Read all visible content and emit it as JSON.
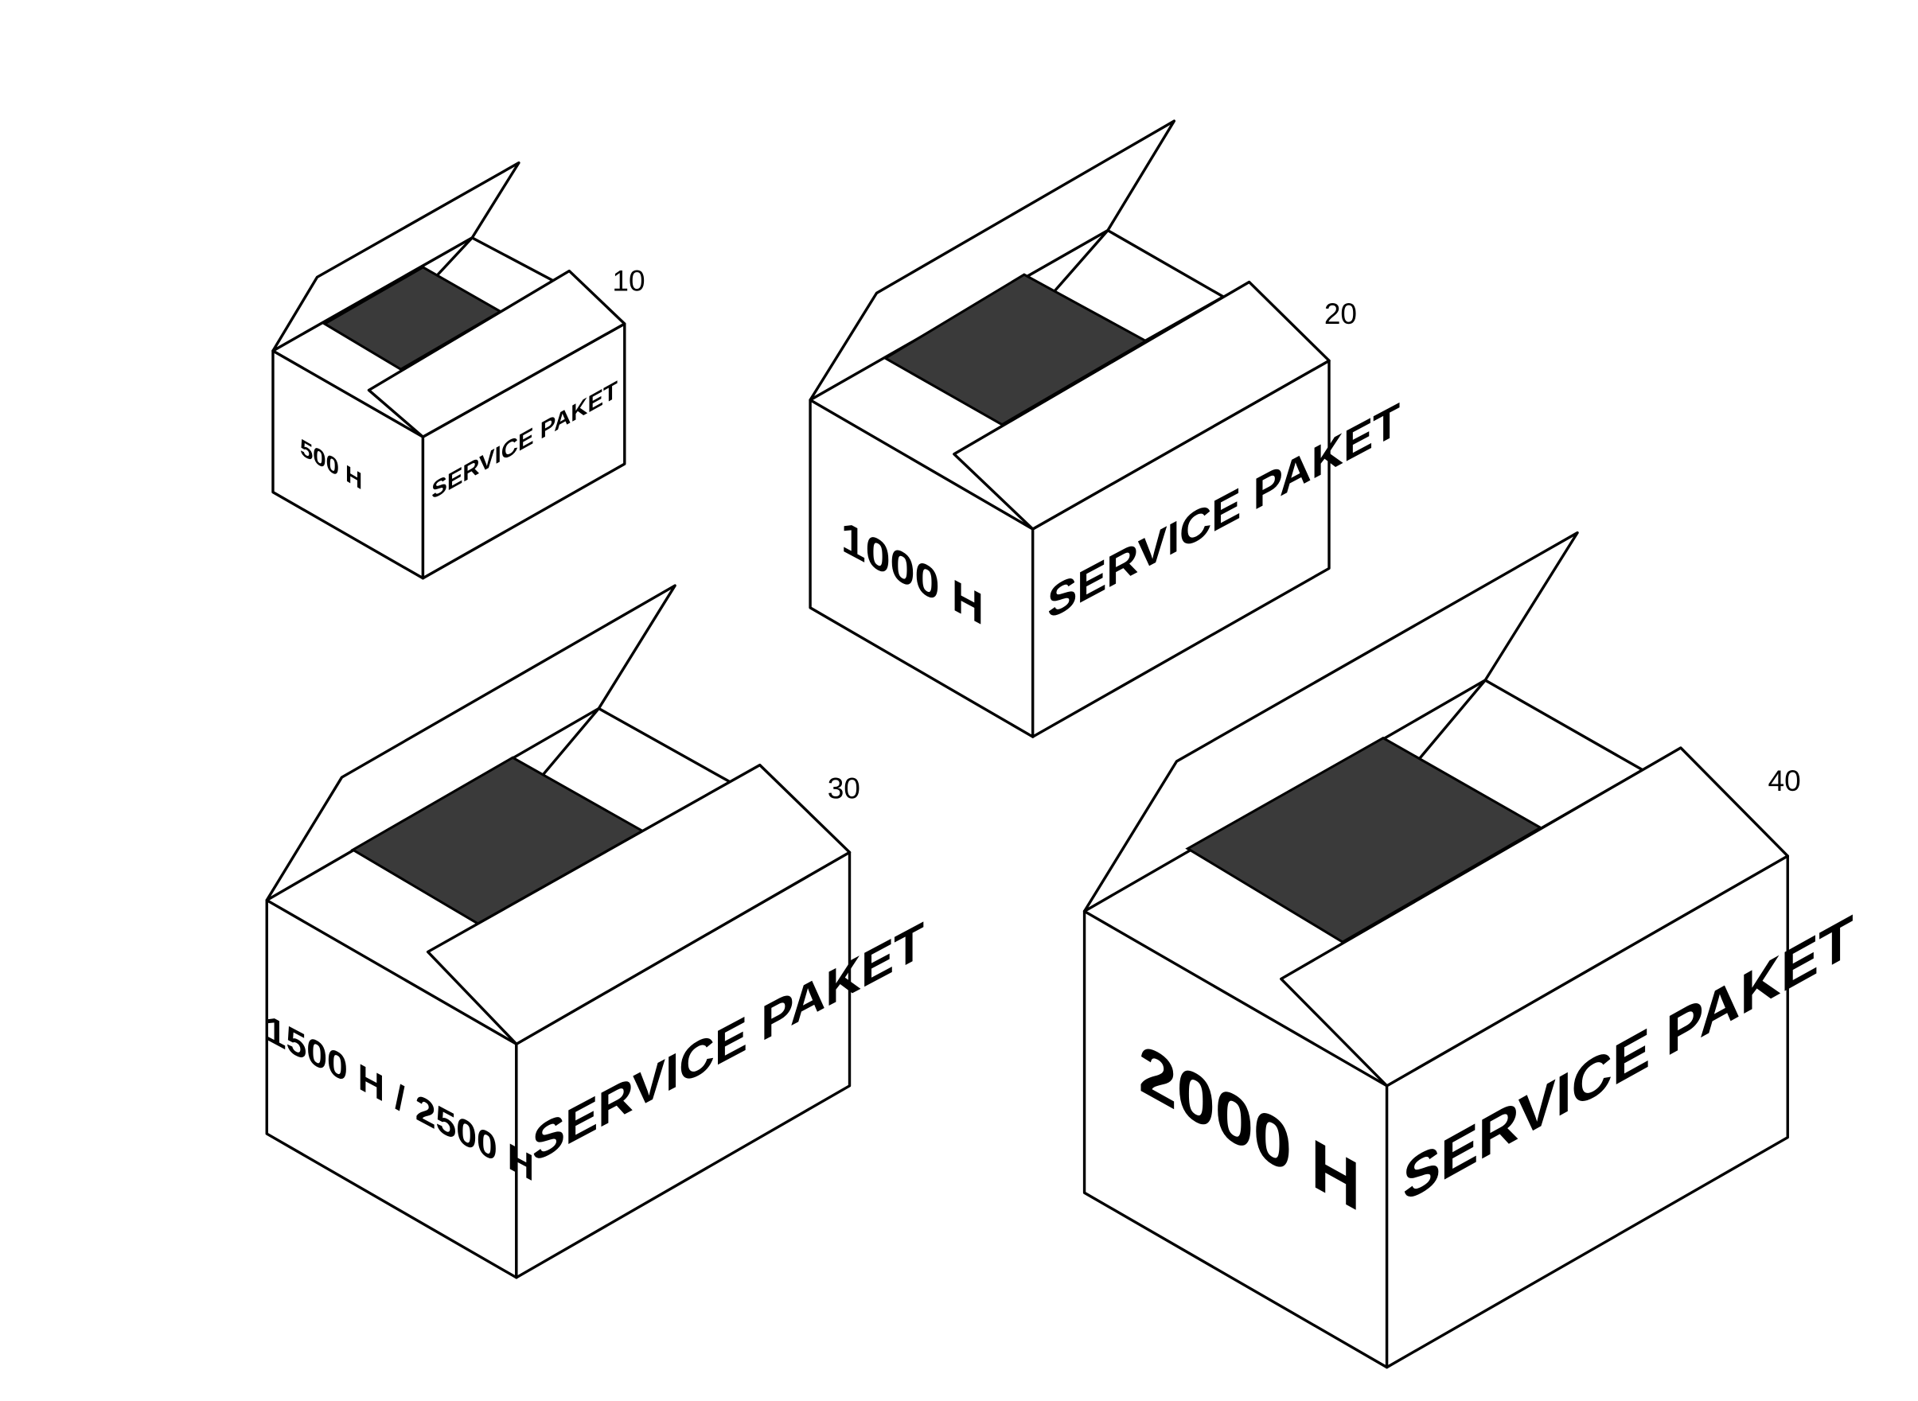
{
  "boxes": [
    {
      "id": "box-10",
      "reference": "10",
      "hours_label": "500 H",
      "side_label": "SERVICE PAKET"
    },
    {
      "id": "box-20",
      "reference": "20",
      "hours_label": "1000 H",
      "side_label": "SERVICE PAKET"
    },
    {
      "id": "box-30",
      "reference": "30",
      "hours_label": "1500 H / 2500 H",
      "side_label": "SERVICE PAKET"
    },
    {
      "id": "box-40",
      "reference": "40",
      "hours_label": "2000 H",
      "side_label": "SERVICE PAKET"
    }
  ],
  "colors": {
    "line": "#000000",
    "interior": "#3a3a3a",
    "background": "#ffffff"
  }
}
